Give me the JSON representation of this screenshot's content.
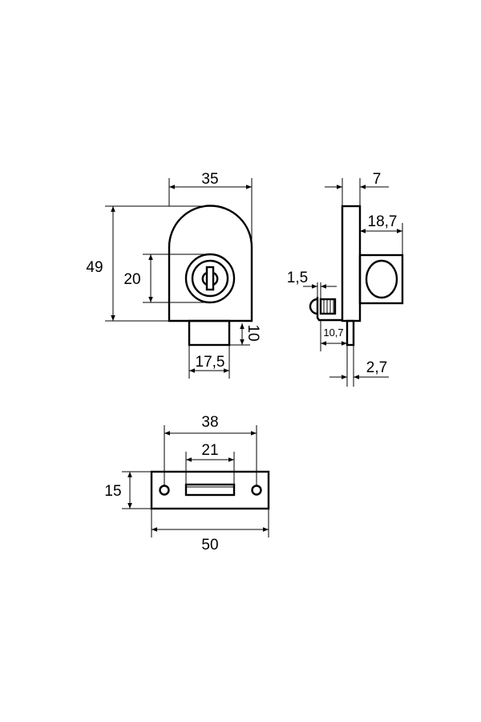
{
  "drawing": {
    "front_view": {
      "width": "35",
      "height": "49",
      "key_diameter": "20",
      "tab_height": "10",
      "tab_width": "17,5"
    },
    "side_view": {
      "plate_thickness": "7",
      "block_depth": "18,7",
      "bracket_thickness": "1,5",
      "bracket_length": "10,7",
      "pin_thickness": "2,7"
    },
    "strike_plate": {
      "hole_spacing": "38",
      "slot_length": "21",
      "height": "15",
      "length": "50"
    }
  }
}
